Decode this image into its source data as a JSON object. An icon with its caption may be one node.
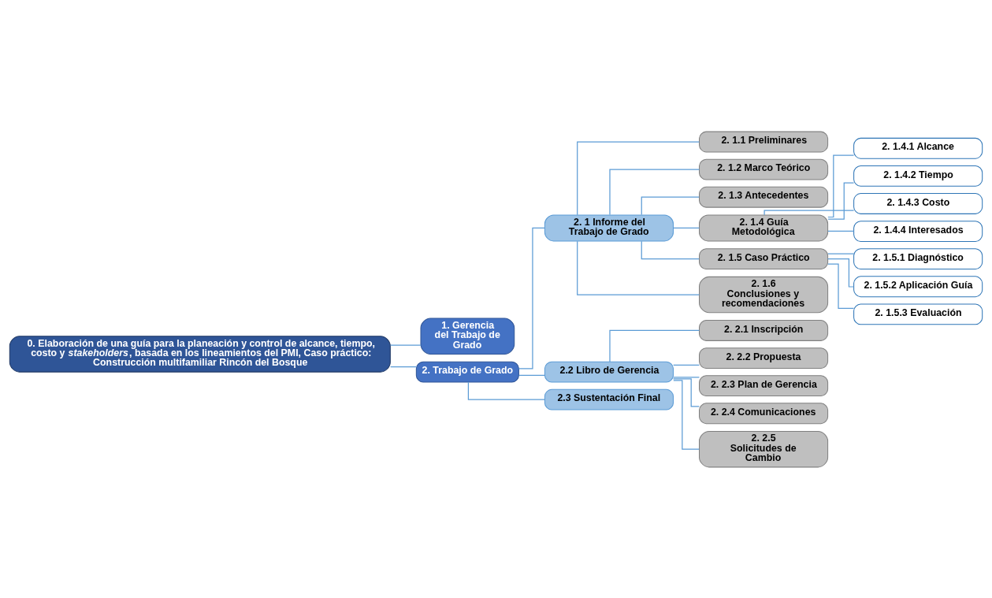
{
  "diagram": {
    "nodes": [
      {
        "text": [
          "0. Elaboración de una guía para la planeación y control de alcance, tiempo, costo y *stakeholders*, basada en los lineamientos del PMI, Caso práctico: Construcción multifamiliar Rincón del Bosque"
        ]
      },
      {
        "text": [
          "1. Gerencia del Trabajo de Grado"
        ]
      },
      {
        "text": [
          "2. Trabajo de Grado"
        ]
      },
      {
        "text": [
          "2. 1 Informe del Trabajo de Grado"
        ]
      },
      {
        "text": [
          "2.2 Libro de Gerencia"
        ]
      },
      {
        "text": [
          "2.3 Sustentación Final"
        ]
      },
      {
        "text": [
          "2. 1.1 Preliminares"
        ]
      },
      {
        "text": [
          "2. 1.2 Marco Teórico"
        ]
      },
      {
        "text": [
          "2. 1.3 Antecedentes"
        ]
      },
      {
        "text": [
          "2. 1.4 Guía Metodológica"
        ]
      },
      {
        "text": [
          "2. 1.4.1 Alcance"
        ]
      },
      {
        "text": [
          "2. 1.4.2 Tiempo"
        ]
      },
      {
        "text": [
          "2. 1.4.3 Costo"
        ]
      },
      {
        "text": [
          "2. 1.4.4 Interesados"
        ]
      },
      {
        "text": [
          "2. 1.5 Caso Práctico"
        ]
      },
      {
        "text": [
          "2. 1.5.1 Diagnóstico"
        ]
      },
      {
        "text": [
          "2. 1.5.2 Aplicación Guía"
        ]
      },
      {
        "text": [
          "2. 1.5.3 Evaluación"
        ]
      },
      {
        "text": [
          "2. 1.6 Conclusiones y recomendaciones"
        ]
      },
      {
        "text": [
          "2. 2.1 Inscripción"
        ]
      },
      {
        "text": [
          "2. 2.2 Propuesta"
        ]
      },
      {
        "text": [
          "2. 2.3 Plan de Gerencia"
        ]
      },
      {
        "text": [
          "2. 2.4 Comunicaciones"
        ]
      },
      {
        "text": [
          "2. 2.5 Solicitudes de Cambio"
        ]
      }
    ],
    "edges": [
      {
        "from": 0,
        "to": 1,
        "arrow": "none"
      },
      {
        "from": 0,
        "to": 2,
        "arrow": "none"
      },
      {
        "from": 2,
        "to": 3,
        "arrow": "none"
      },
      {
        "from": 2,
        "to": 4,
        "arrow": "none"
      },
      {
        "from": 2,
        "to": 5,
        "arrow": "none"
      },
      {
        "from": 3,
        "to": 6,
        "arrow": "none"
      },
      {
        "from": 3,
        "to": 7,
        "arrow": "none"
      },
      {
        "from": 3,
        "to": 8,
        "arrow": "none"
      },
      {
        "from": 3,
        "to": 9,
        "arrow": "none"
      },
      {
        "from": 9,
        "to": 10,
        "arrow": "none"
      },
      {
        "from": 9,
        "to": 11,
        "arrow": "none"
      },
      {
        "from": 9,
        "to": 12,
        "arrow": "none"
      },
      {
        "from": 9,
        "to": 13,
        "arrow": "none"
      },
      {
        "from": 3,
        "to": 14,
        "arrow": "none"
      },
      {
        "from": 14,
        "to": 15,
        "arrow": "none"
      },
      {
        "from": 14,
        "to": 16,
        "arrow": "none"
      },
      {
        "from": 14,
        "to": 17,
        "arrow": "none"
      },
      {
        "from": 3,
        "to": 18,
        "arrow": "none"
      },
      {
        "from": 4,
        "to": 19,
        "arrow": "none"
      },
      {
        "from": 4,
        "to": 20,
        "arrow": "none"
      },
      {
        "from": 4,
        "to": 21,
        "arrow": "none"
      },
      {
        "from": 4,
        "to": 22,
        "arrow": "none"
      },
      {
        "from": 4,
        "to": 23,
        "arrow": "none"
      }
    ]
  }
}
